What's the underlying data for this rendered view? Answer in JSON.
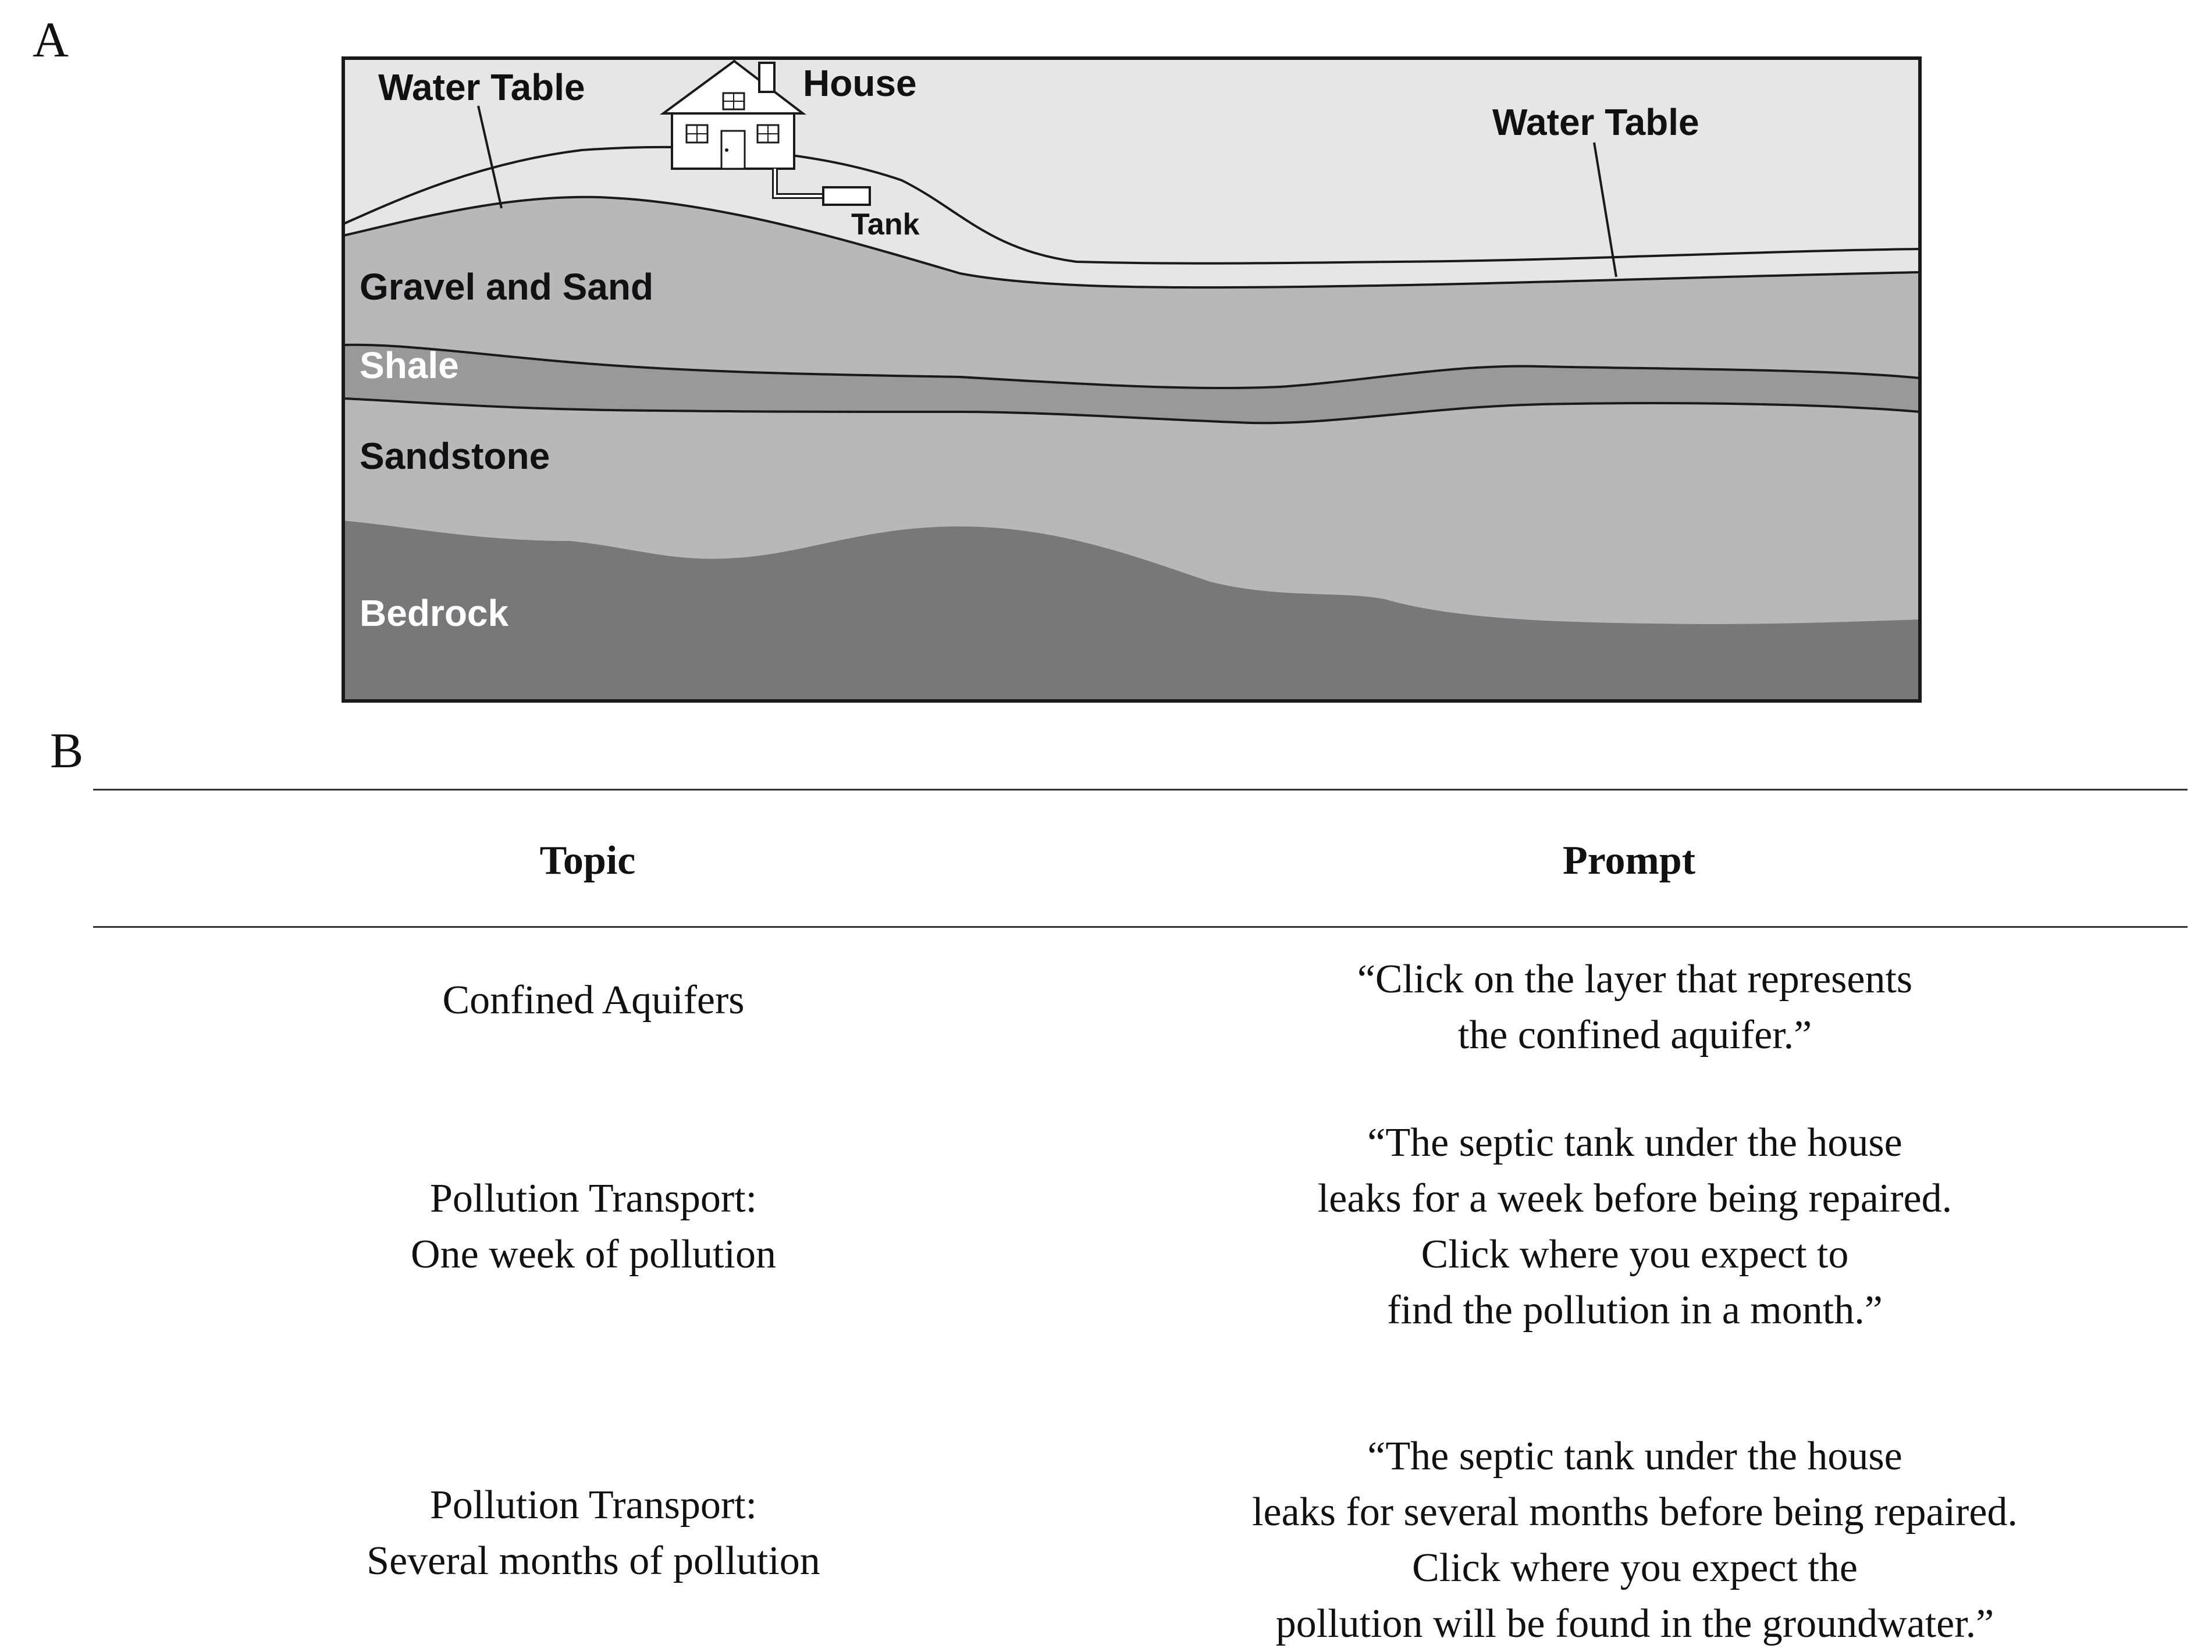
{
  "panel_a": {
    "letter": "A",
    "labels": {
      "water_table_left": "Water Table",
      "house": "House",
      "water_table_right": "Water Table",
      "tank": "Tank",
      "gravel_sand": "Gravel and Sand",
      "shale": "Shale",
      "sandstone": "Sandstone",
      "bedrock": "Bedrock"
    },
    "colors": {
      "unsaturated_zone": "#e6e6e6",
      "gravel_sand": "#b8b8bb",
      "shale": "#99999c",
      "sandstone": "#b8b8bb",
      "bedrock": "#78787b",
      "outline": "#1a1a1a"
    }
  },
  "panel_b": {
    "letter": "B",
    "headers": {
      "topic": "Topic",
      "prompt": "Prompt"
    },
    "rows": [
      {
        "topic": [
          "Confined Aquifers"
        ],
        "prompt": [
          "“Click on the layer that represents",
          "the confined aquifer.”"
        ]
      },
      {
        "topic": [
          "Pollution Transport:",
          "One week of pollution"
        ],
        "prompt": [
          "“The septic tank under the house",
          "leaks for a week before being repaired.",
          "Click where you expect to",
          "find the pollution in a month.”"
        ]
      },
      {
        "topic": [
          "Pollution Transport:",
          "Several months of pollution"
        ],
        "prompt": [
          "“The septic tank under the house",
          "leaks for several months before being repaired.",
          "Click where you expect the",
          "pollution will be found in the groundwater.”"
        ]
      }
    ]
  }
}
